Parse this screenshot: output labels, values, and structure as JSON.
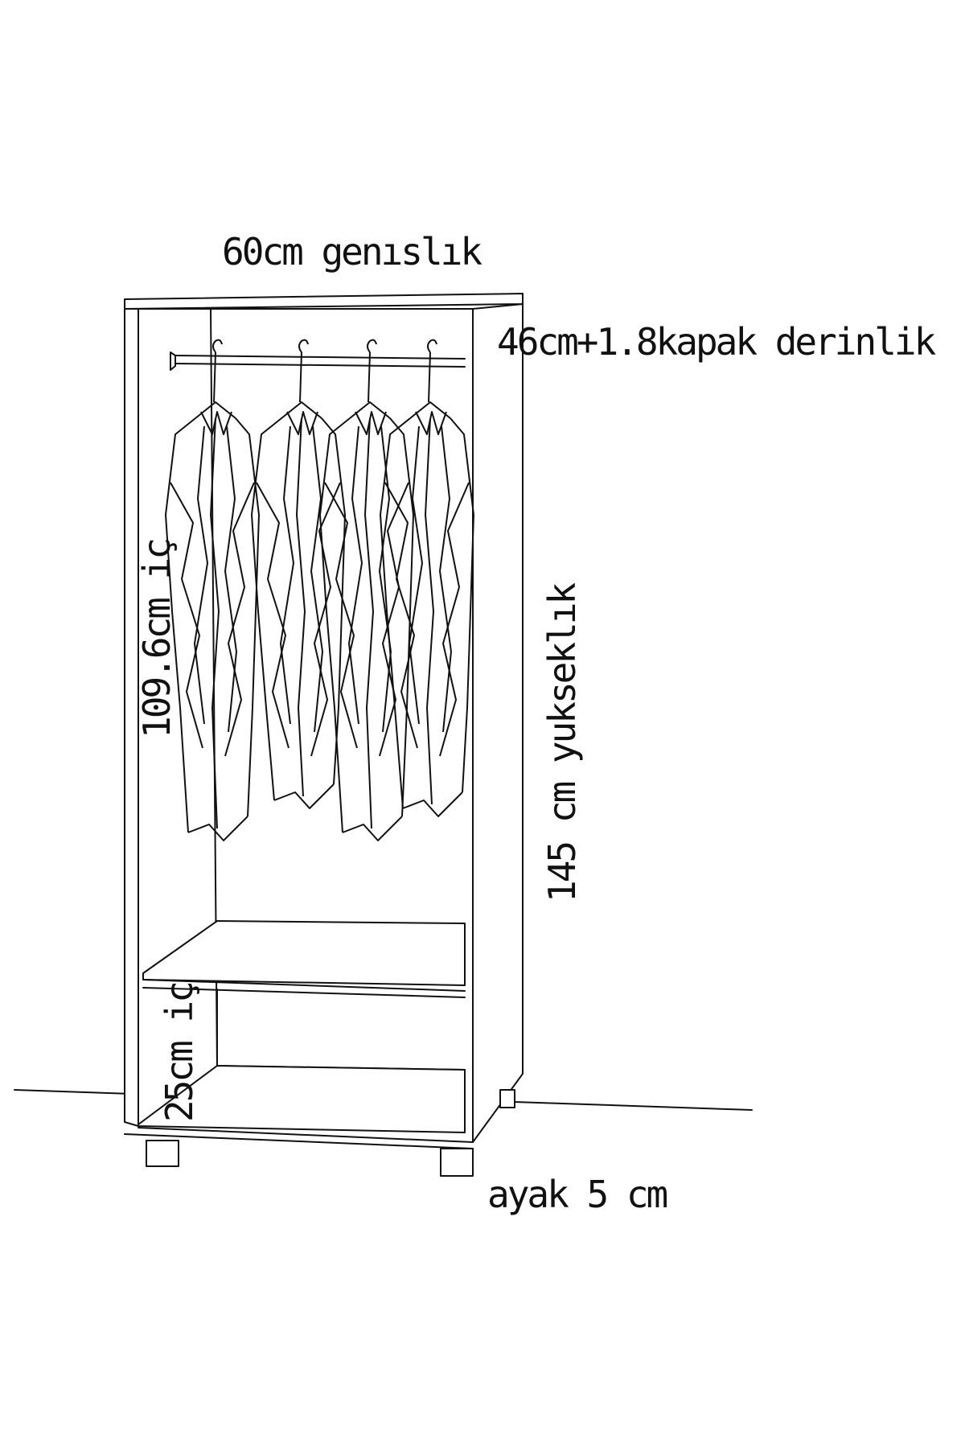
{
  "labels": {
    "width": "60cm genıslık",
    "depth": "46cm+1.8kapak  derinlik",
    "inner_upper": "109.6cm iç",
    "height": "145 cm yukseklık",
    "inner_lower": "25cm iç",
    "leg": "ayak 5 cm"
  },
  "colors": {
    "line": "#111111",
    "background": "#ffffff"
  }
}
